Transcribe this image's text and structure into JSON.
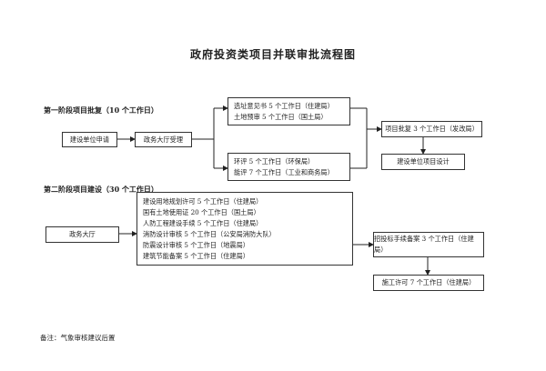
{
  "title": "政府投资类项目并联审批流程图",
  "stage1": {
    "heading": "第一阶段项目批复（10 个工作日）",
    "start": "建设单位申请",
    "hall": "政务大厅受理",
    "parallel_top": [
      "选址意见书 5 个工作日（住建局）",
      "土地预审 5 个工作日（国土局）"
    ],
    "parallel_bottom": [
      "环评 5 个工作日（环保局）",
      "能评 7 个工作日（工业和商务局）"
    ],
    "approval": "项目批复 3 个工作日（发改局）",
    "design": "建设单位项目设计"
  },
  "stage2": {
    "heading": "第二阶段项目建设（30 个工作日）",
    "hall": "政务大厅",
    "parallel": [
      "建设用地规划许可 5 个工作日（住建局）",
      "国有土地使用证 20 个工作日（国土局）",
      "人防工程建设手续 5 个工作日（住建局）",
      "消防设计审核 5 个工作日（公安局消防大队）",
      "防震设计审核 5 个工作日（地震局）",
      "建筑节能备案 5 个工作日（住建局）"
    ],
    "bidding": "招投标手续备案 3 个工作日（住建局）",
    "permit": "施工许可 7 个工作日（住建局）"
  },
  "note": "备注：气象审核建议后置"
}
